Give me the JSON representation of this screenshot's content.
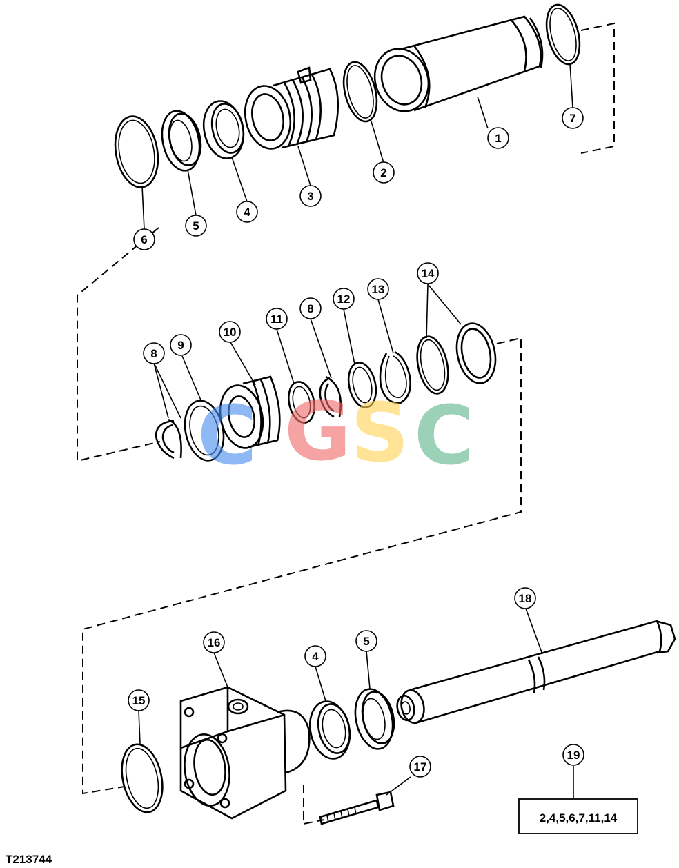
{
  "figure_id": "T213744",
  "watermark": {
    "letters": [
      "C",
      "G",
      "S",
      "C"
    ],
    "colors": [
      "#4a8ff0",
      "#f06b6b",
      "#ffd45a",
      "#5fb58a"
    ]
  },
  "callouts": [
    "1",
    "2",
    "3",
    "4",
    "5",
    "6",
    "7",
    "8",
    "8",
    "9",
    "10",
    "11",
    "12",
    "13",
    "14",
    "15",
    "16",
    "4",
    "5",
    "17",
    "18",
    "19"
  ],
  "kit_box_text": "2,4,5,6,7,11,14"
}
